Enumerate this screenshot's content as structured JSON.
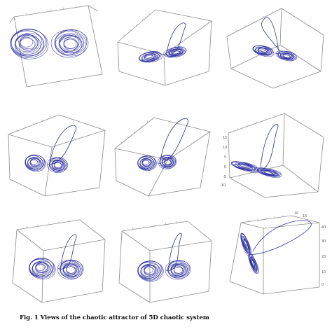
{
  "figure": {
    "caption": "Fig. 1 Views  of the chaotic attractor of 5D chaotic system",
    "grid": {
      "rows": 3,
      "columns": 3
    },
    "panels": [
      {
        "view": "front",
        "tick_labels": []
      },
      {
        "view": "low-oblique",
        "tick_labels": []
      },
      {
        "view": "side-oblique",
        "tick_labels": []
      },
      {
        "view": "tilted",
        "tick_labels": []
      },
      {
        "view": "tilted-2",
        "tick_labels": []
      },
      {
        "view": "edge-on",
        "tick_labels": [
          "15",
          "10",
          "5",
          "0",
          "-5",
          "-10"
        ]
      },
      {
        "view": "top-oblique",
        "tick_labels": []
      },
      {
        "view": "top-oblique-2",
        "tick_labels": []
      },
      {
        "view": "edge-on-2",
        "tick_labels": [
          "10",
          "15",
          "40",
          "30",
          "20",
          "10",
          "0"
        ]
      }
    ]
  },
  "colors": {
    "trajectory": "#2b2f9e",
    "box": "#8a8a8a",
    "background": "#ffffff"
  }
}
